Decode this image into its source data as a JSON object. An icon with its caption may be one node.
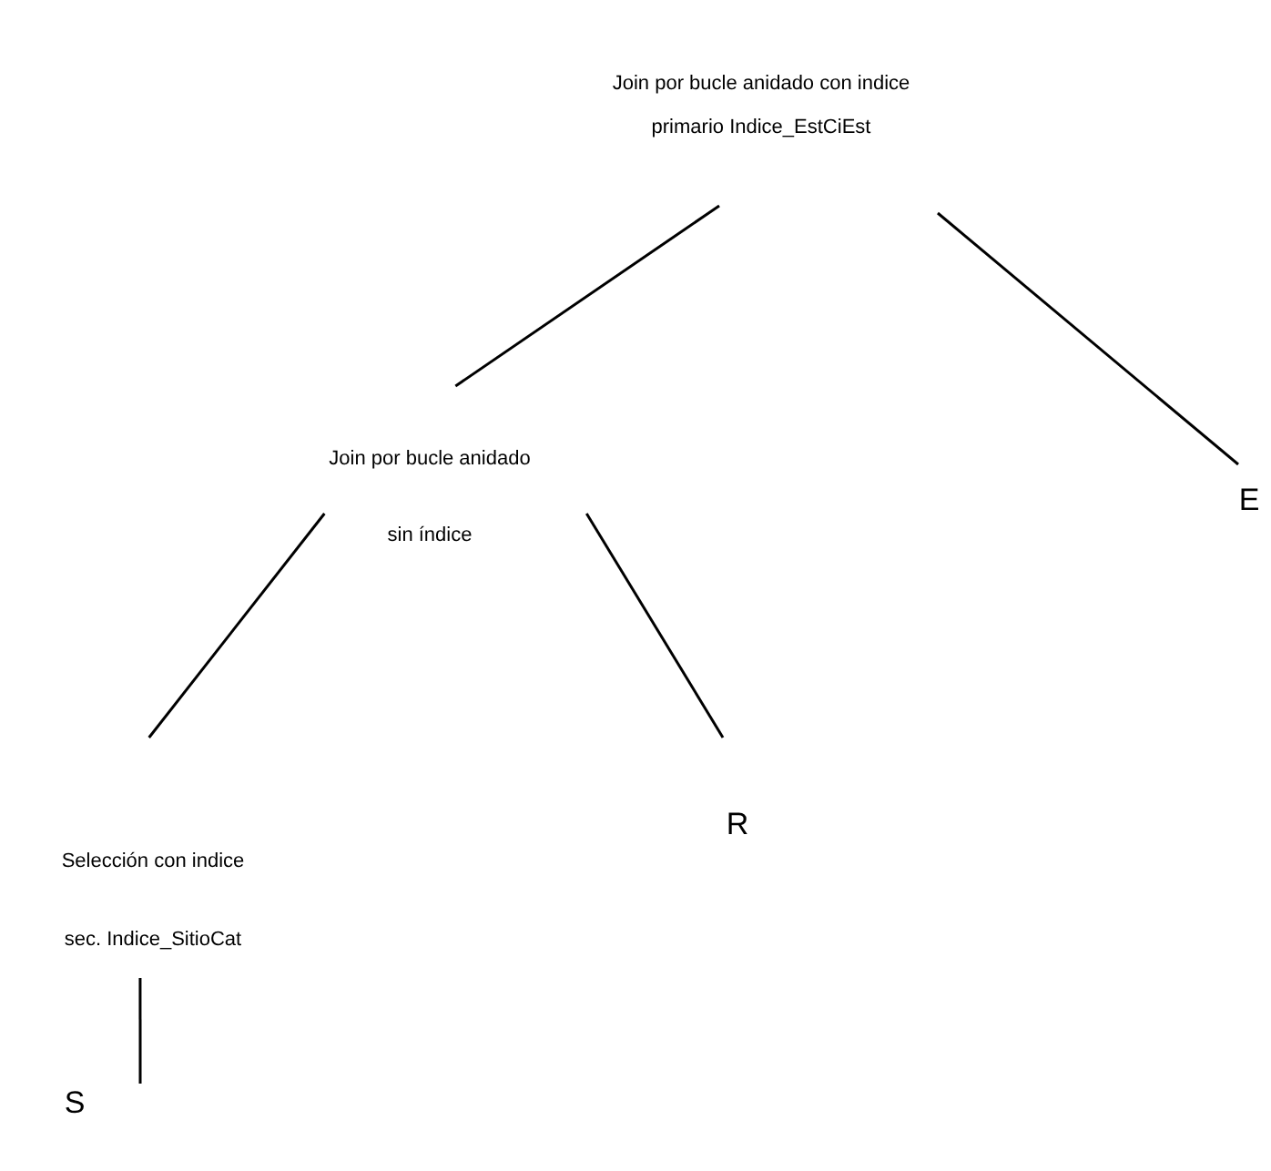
{
  "diagram": {
    "nodes": [
      {
        "text": [
          "Join por bucle anidado con indice primario Indice_EstCiEst"
        ]
      },
      {
        "text": [
          "Join por bucle anidado sin índice"
        ]
      },
      {
        "text": [
          "E"
        ]
      },
      {
        "text": [
          "Selección con indice sec. Indice_SitioCat"
        ]
      },
      {
        "text": [
          "R"
        ]
      },
      {
        "text": [
          "S"
        ]
      }
    ],
    "edges": [
      {
        "from": 0,
        "to": 1,
        "arrow": "none"
      },
      {
        "from": 0,
        "to": 2,
        "arrow": "none"
      },
      {
        "from": 1,
        "to": 3,
        "arrow": "none"
      },
      {
        "from": 1,
        "to": 4,
        "arrow": "none"
      },
      {
        "from": 3,
        "to": 5,
        "arrow": "none"
      }
    ]
  }
}
